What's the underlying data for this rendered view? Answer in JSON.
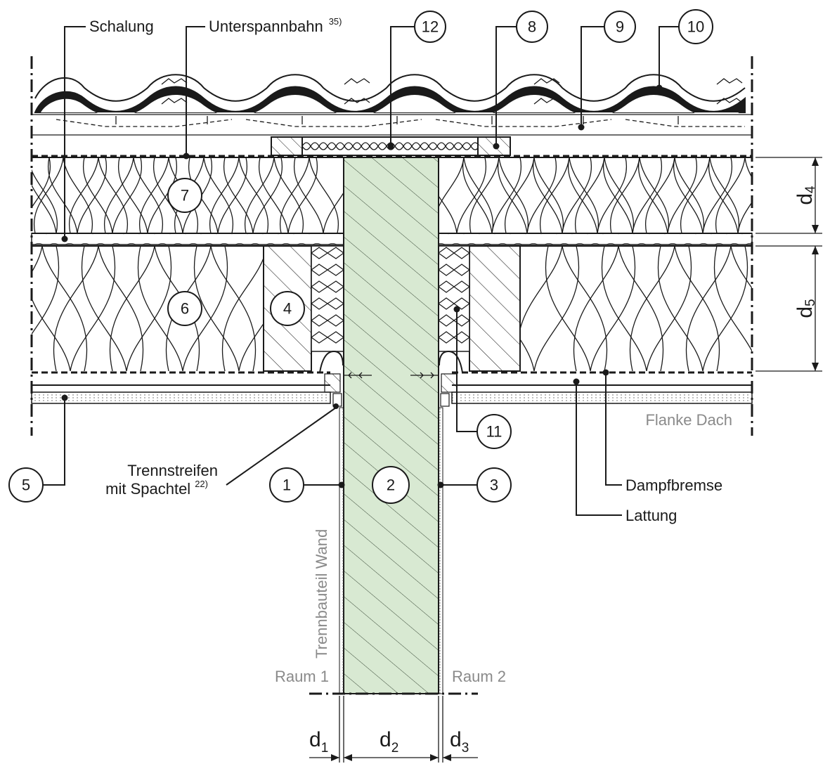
{
  "labels": {
    "schalung": "Schalung",
    "unterspannbahn": "Unterspannbahn",
    "unterspannbahn_ref": "35)",
    "trennstreifen_1": "Trennstreifen",
    "trennstreifen_2": "mit Spachtel",
    "trennstreifen_ref": "22)",
    "dampfbremse": "Dampfbremse",
    "lattung": "Lattung",
    "flanke_dach": "Flanke Dach",
    "trennbauteil_wand": "Trennbauteil Wand",
    "raum_1": "Raum 1",
    "raum_2": "Raum 2"
  },
  "callouts": {
    "c1": "1",
    "c2": "2",
    "c3": "3",
    "c4": "4",
    "c5": "5",
    "c6": "6",
    "c7": "7",
    "c8": "8",
    "c9": "9",
    "c10": "10",
    "c11": "11",
    "c12": "12"
  },
  "dimensions": {
    "d1": {
      "base": "d",
      "sub": "1"
    },
    "d2": {
      "base": "d",
      "sub": "2"
    },
    "d3": {
      "base": "d",
      "sub": "3"
    },
    "d4": {
      "base": "d",
      "sub": "4"
    },
    "d5": {
      "base": "d",
      "sub": "5"
    }
  },
  "colors": {
    "wall_fill": "#d8e9d2",
    "line": "#1a1a1a",
    "grey_text": "#8a8a8a",
    "background": "#ffffff"
  }
}
